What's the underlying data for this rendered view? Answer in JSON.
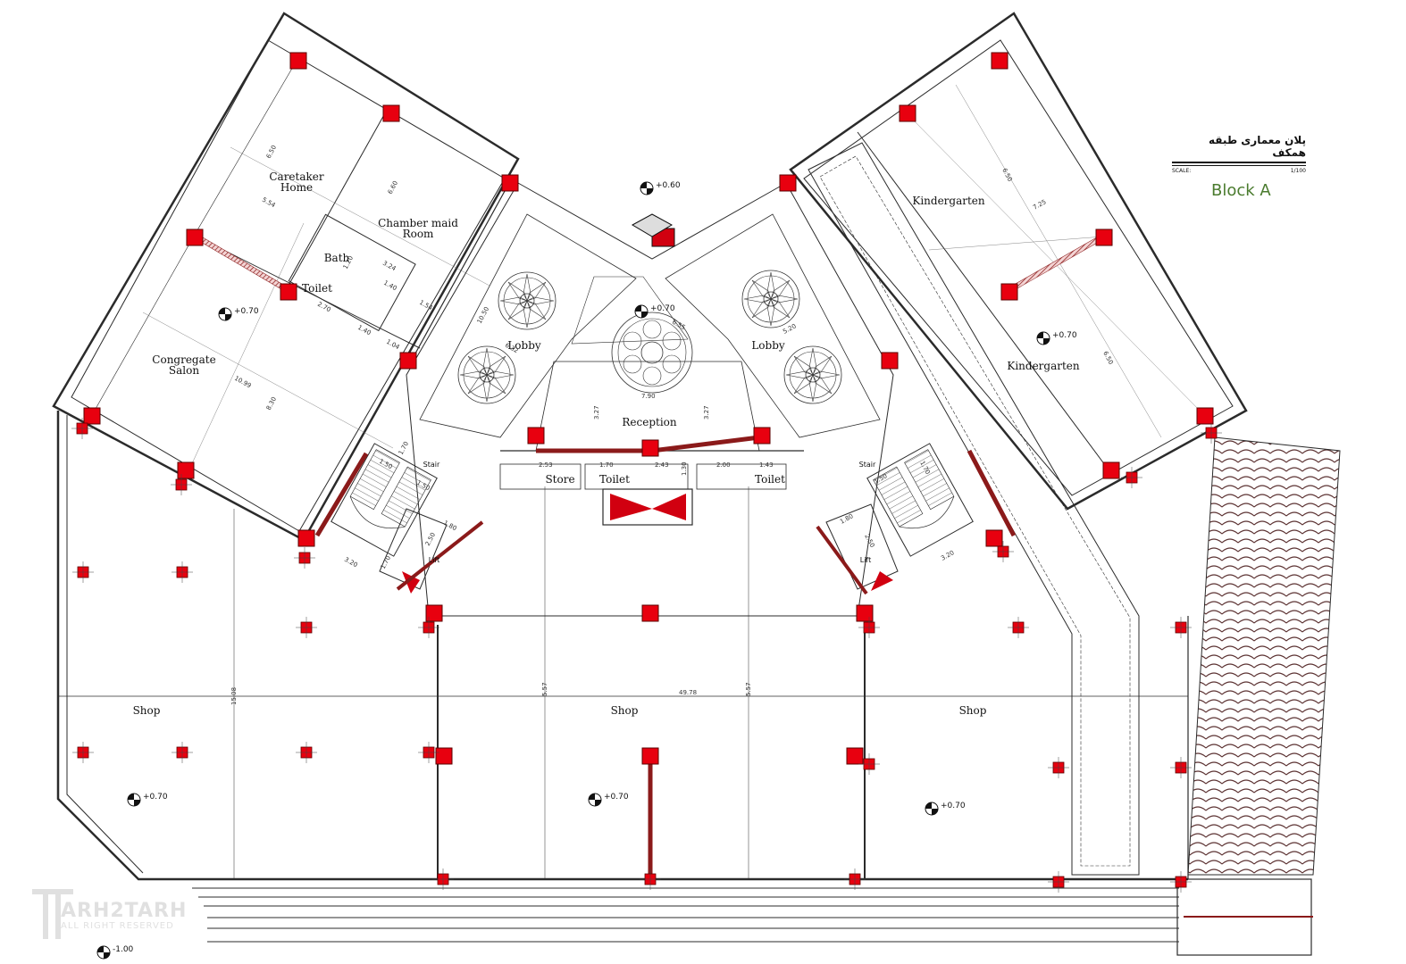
{
  "title_block": {
    "persian_title": "پلان معماری طبقه همکف",
    "scale_label": "SCALE:",
    "scale_value": "1/100",
    "block_name": "Block A"
  },
  "rooms": {
    "caretaker_home": [
      "Caretaker",
      "Home"
    ],
    "chamber_maid_room": [
      "Chamber maid",
      "Room"
    ],
    "bath": "Bath",
    "toilet_left_top": "Toilet",
    "congregate_salon": [
      "Congregate",
      "Salon"
    ],
    "lobby_left": "Lobby",
    "lobby_right": "Lobby",
    "reception": "Reception",
    "store": "Store",
    "toilet_center": "Toilet",
    "toilet_right": "Toilet",
    "stair_left": "Stair",
    "stair_right": "Stair",
    "lift_left": "Lift",
    "lift_right": "Lift",
    "kindergarten_top": "Kindergarten",
    "kindergarten_bottom": "Kindergarten",
    "shop_left": "Shop",
    "shop_center": "Shop",
    "shop_right": "Shop"
  },
  "levels": {
    "entrance": "+0.60",
    "salon": "+0.70",
    "lobby": "+0.70",
    "kindergarten": "+0.70",
    "shop_left": "+0.70",
    "shop_center": "+0.70",
    "shop_right": "+0.70",
    "street": "-1.00"
  },
  "dimensions": {
    "caretaker_height": "6.50",
    "caretaker_width": "5.54",
    "chamber_height": "6.60",
    "bath_width": "3.24",
    "toilet_d1": "1.40",
    "toilet_d2": "1.54",
    "toilet_d3": "1.40",
    "toilet_d4": "1.04",
    "toilet_d5": "2.70",
    "toilet_d6": "1.20",
    "salon_width": "10.99",
    "salon_height": "8.30",
    "lobby_left_d": "6.32",
    "lobby_right_d": "6.55",
    "lobby_left_h": "10.50",
    "lobby_right_w": "5.20",
    "reception_width": "7.90",
    "reception_h_left": "3.27",
    "reception_h_right": "3.27",
    "row_d1": "2.53",
    "row_d2": "1.70",
    "row_d3": "2.43",
    "row_d4": "1.30",
    "row_d5": "2.00",
    "row_d6": "1.43",
    "stair_l_1": "1.50",
    "stair_l_2": "1.70",
    "stair_l_3": "1.50",
    "stair_l_4": "3.20",
    "stair_l_5": "1.70",
    "lift_l_1": "1.80",
    "lift_l_2": "2.50",
    "stair_r_1": "1.70",
    "stair_r_2": "1.50",
    "stair_r_3": "3.20",
    "lift_r_1": "1.80",
    "lift_r_2": "2.50",
    "kinder_top_h": "6.50",
    "kinder_top_w": "7.25",
    "kinder_bottom_h": "6.50",
    "shop_height_left": "15.08",
    "shop_height_center": "5.57",
    "shop_height_right": "5.57",
    "overall_width": "49.78"
  },
  "watermark": {
    "brand": "ARH2TARH",
    "subtitle": "ALL RIGHT RESERVED"
  },
  "colors": {
    "column": "#e8000f",
    "wall": "#2b2b2b",
    "hatch": "#8b1a1a",
    "block_title": "#4a7b2e"
  }
}
